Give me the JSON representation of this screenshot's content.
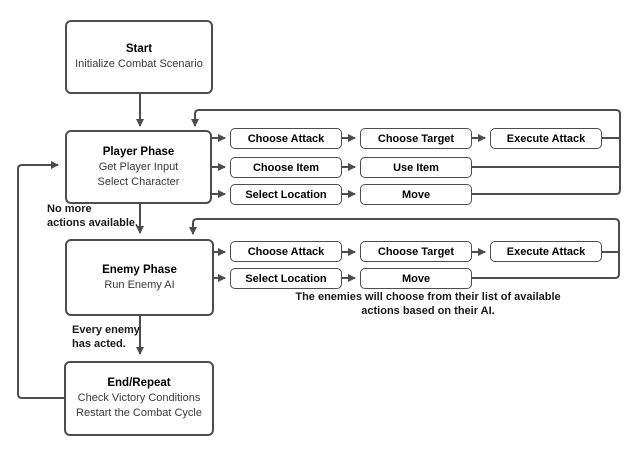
{
  "nodes": {
    "start": {
      "title": "Start",
      "lines": [
        "Initialize Combat Scenario"
      ]
    },
    "player_phase": {
      "title": "Player Phase",
      "lines": [
        "Get Player Input",
        "Select Character"
      ]
    },
    "enemy_phase": {
      "title": "Enemy Phase",
      "lines": [
        "Run Enemy AI"
      ]
    },
    "end_repeat": {
      "title": "End/Repeat",
      "lines": [
        "Check Victory Conditions",
        "Restart the Combat Cycle"
      ]
    }
  },
  "player_actions": {
    "row1": [
      "Choose Attack",
      "Choose Target",
      "Execute Attack"
    ],
    "row2": [
      "Choose Item",
      "Use Item"
    ],
    "row3": [
      "Select Location",
      "Move"
    ]
  },
  "enemy_actions": {
    "row1": [
      "Choose Attack",
      "Choose Target",
      "Execute Attack"
    ],
    "row2": [
      "Select Location",
      "Move"
    ]
  },
  "edge_labels": {
    "no_more_actions": [
      "No more",
      "actions available."
    ],
    "every_enemy": [
      "Every enemy",
      "has acted."
    ]
  },
  "notes": {
    "enemy_ai": [
      "The enemies will choose from their list of available",
      "actions based on their AI."
    ]
  },
  "colors": {
    "line": "#4d4d4d",
    "border": "#4d4d4d",
    "background": "#ffffff",
    "text": "#1a1a1a"
  }
}
